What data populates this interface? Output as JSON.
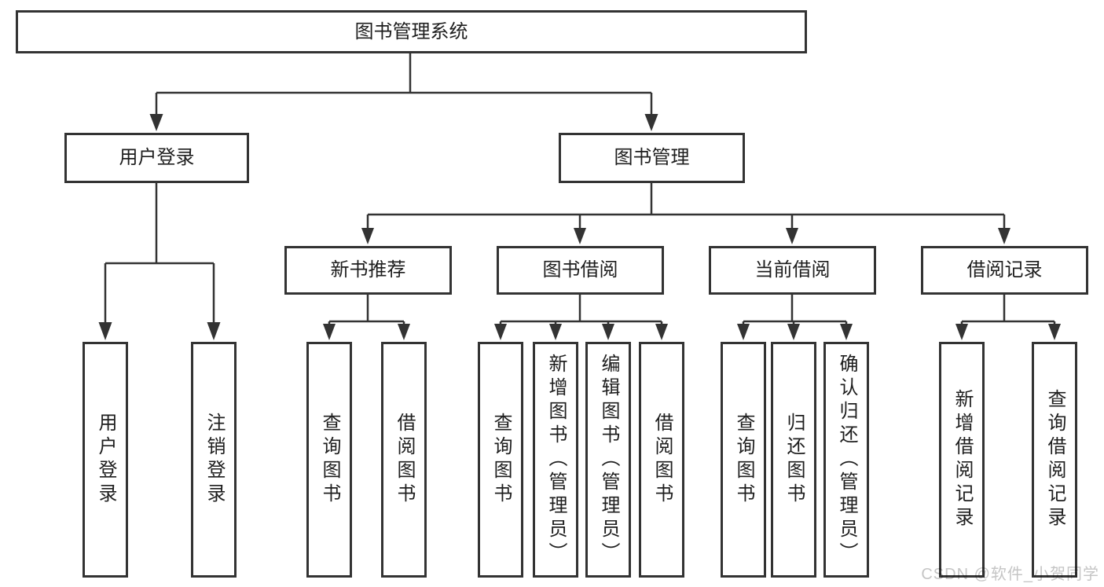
{
  "diagram": {
    "root": "图书管理系统",
    "branches": [
      {
        "label": "用户登录",
        "leaves": [
          "用户登录",
          "注销登录"
        ]
      },
      {
        "label": "图书管理",
        "groups": [
          {
            "label": "新书推荐",
            "leaves": [
              "查询图书",
              "借阅图书"
            ]
          },
          {
            "label": "图书借阅",
            "leaves": [
              "查询图书",
              "新增图书（管理员）",
              "编辑图书（管理员）",
              "借阅图书"
            ]
          },
          {
            "label": "当前借阅",
            "leaves": [
              "查询图书",
              "归还图书",
              "确认归还（管理员）"
            ]
          },
          {
            "label": "借阅记录",
            "leaves": [
              "新增借阅记录",
              "查询借阅记录"
            ]
          }
        ]
      }
    ]
  },
  "watermark": {
    "text": "CSDN @软件_小贺同学"
  },
  "colors": {
    "line": "#333333",
    "text": "#1e1e1e",
    "background": "#ffffff",
    "watermark": "#c5c5c5"
  }
}
